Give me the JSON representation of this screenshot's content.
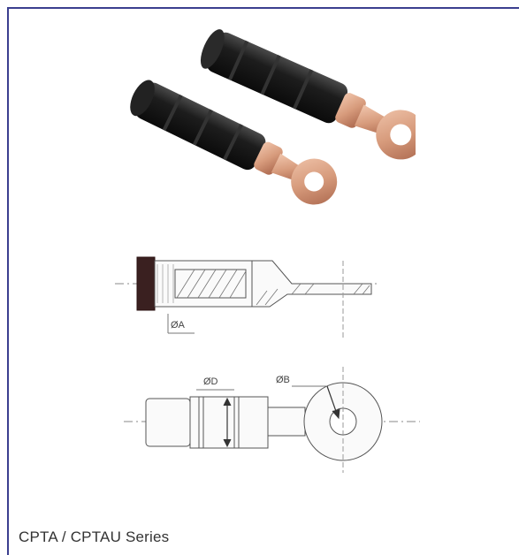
{
  "product": {
    "caption": "CPTA / CPTAU Series"
  },
  "drawing": {
    "label_a": "ØA",
    "label_b": "ØB",
    "label_d": "ØD"
  },
  "colors": {
    "frame_border": "#3b3f8f",
    "copper": "#d79b7c",
    "insulation": "#1b1b1b"
  },
  "icons": {
    "photo": "cable-lug-photo",
    "drawing": "cable-lug-technical-drawing"
  }
}
